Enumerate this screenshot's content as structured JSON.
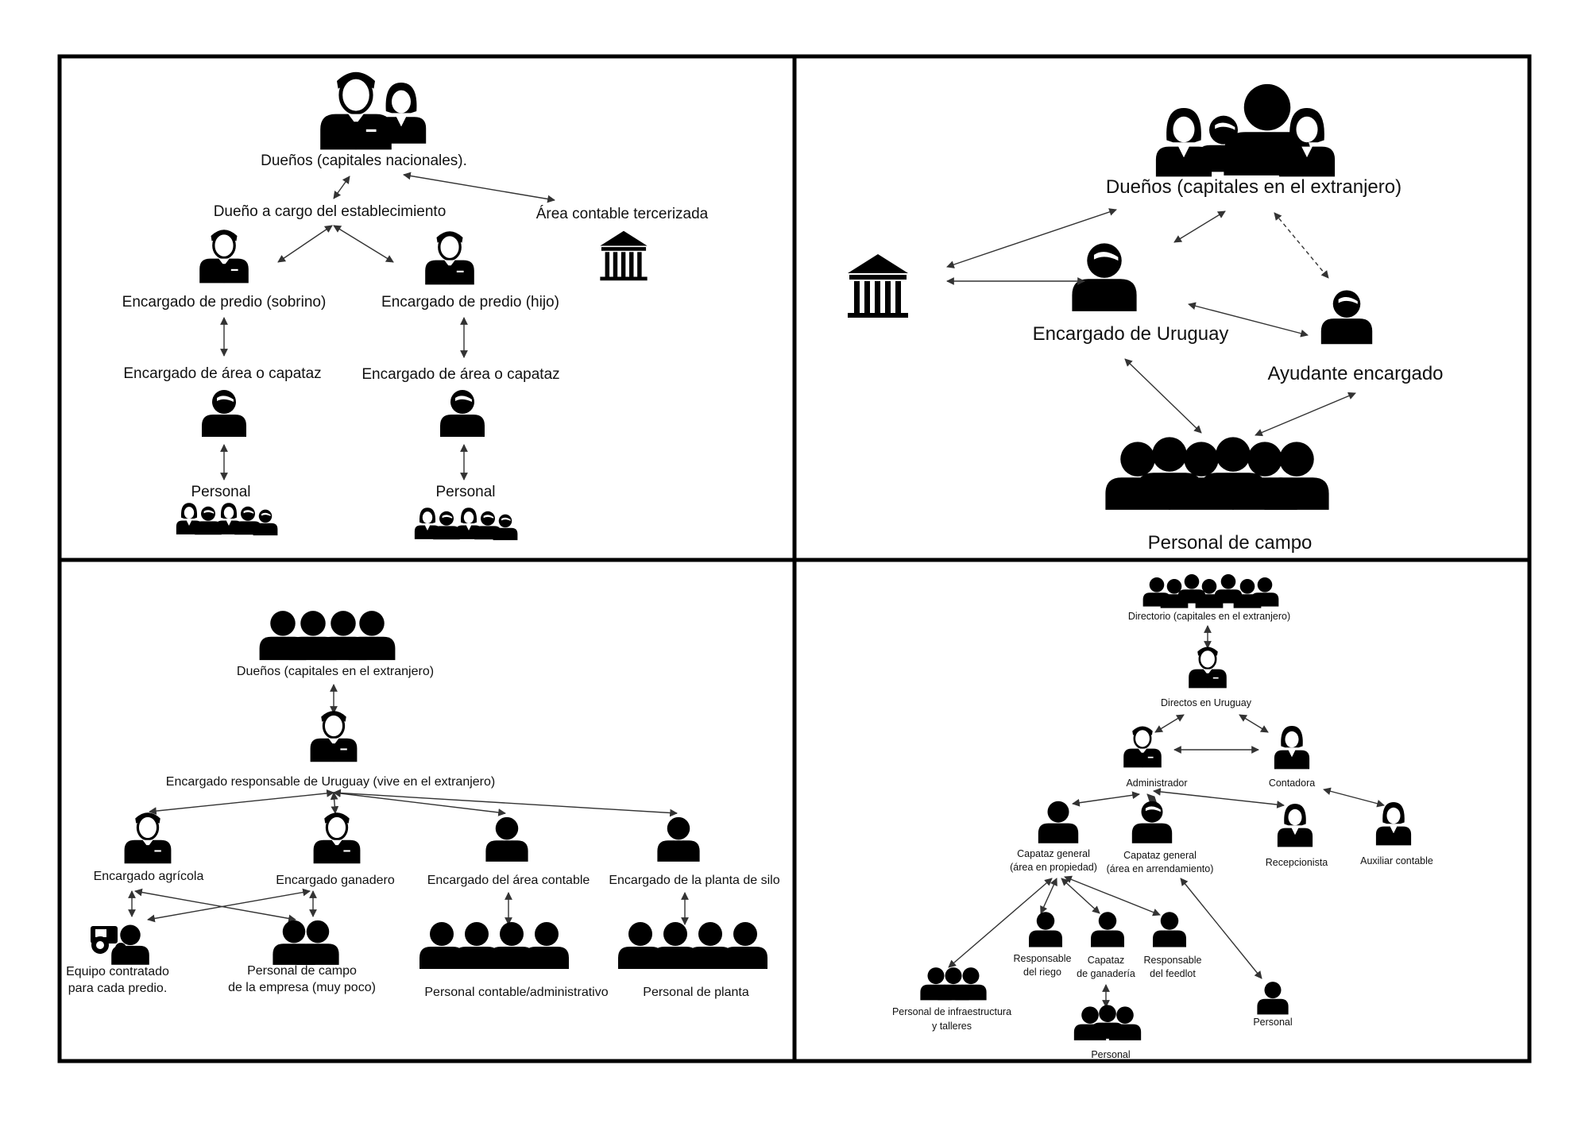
{
  "panels": {
    "top_left": {
      "owners": "Dueños (capitales nacionales).",
      "owner_in_charge": "Dueño a cargo del establecimiento",
      "accounting": "Área contable tercerizada",
      "manager_nephew": "Encargado de predio (sobrino)",
      "manager_son": "Encargado de predio (hijo)",
      "foreman_left": "Encargado de área o capataz",
      "foreman_right": "Encargado de área o capataz",
      "staff_left": "Personal",
      "staff_right": "Personal"
    },
    "top_right": {
      "owners": "Dueños (capitales en el extranjero)",
      "manager": "Encargado de Uruguay",
      "assistant": "Ayudante encargado",
      "field_staff": "Personal de campo"
    },
    "bottom_left": {
      "owners": "Dueños (capitales en el extranjero)",
      "manager": "Encargado responsable de Uruguay (vive en el extranjero)",
      "agri": "Encargado agrícola",
      "livestock": "Encargado ganadero",
      "accounting_mgr": "Encargado del área contable",
      "silo_mgr": "Encargado de la planta de silo",
      "contracted_line1": "Equipo contratado",
      "contracted_line2": "para cada predio.",
      "field_line1": "Personal de campo",
      "field_line2": "de la empresa (muy poco)",
      "accounting_staff": "Personal contable/administrativo",
      "plant_staff": "Personal de planta"
    },
    "bottom_right": {
      "board": "Directorio (capitales en el extranjero)",
      "directors": "Directos en Uruguay",
      "admin": "Administrador",
      "accountant": "Contadora",
      "foreman_owned_1": "Capataz general",
      "foreman_owned_2": "(área en propiedad)",
      "foreman_leased_1": "Capataz general",
      "foreman_leased_2": "(área en arrendamiento)",
      "receptionist": "Recepcionista",
      "assistant_acc": "Auxiliar contable",
      "irrigation_1": "Responsable",
      "irrigation_2": "del riego",
      "livestock_1": "Capataz",
      "livestock_2": "de ganadería",
      "feedlot_1": "Responsable",
      "feedlot_2": "del feedlot",
      "infra_1": "Personal de infraestructura",
      "infra_2": "y talleres",
      "staff_center": "Personal",
      "staff_right": "Personal"
    }
  }
}
